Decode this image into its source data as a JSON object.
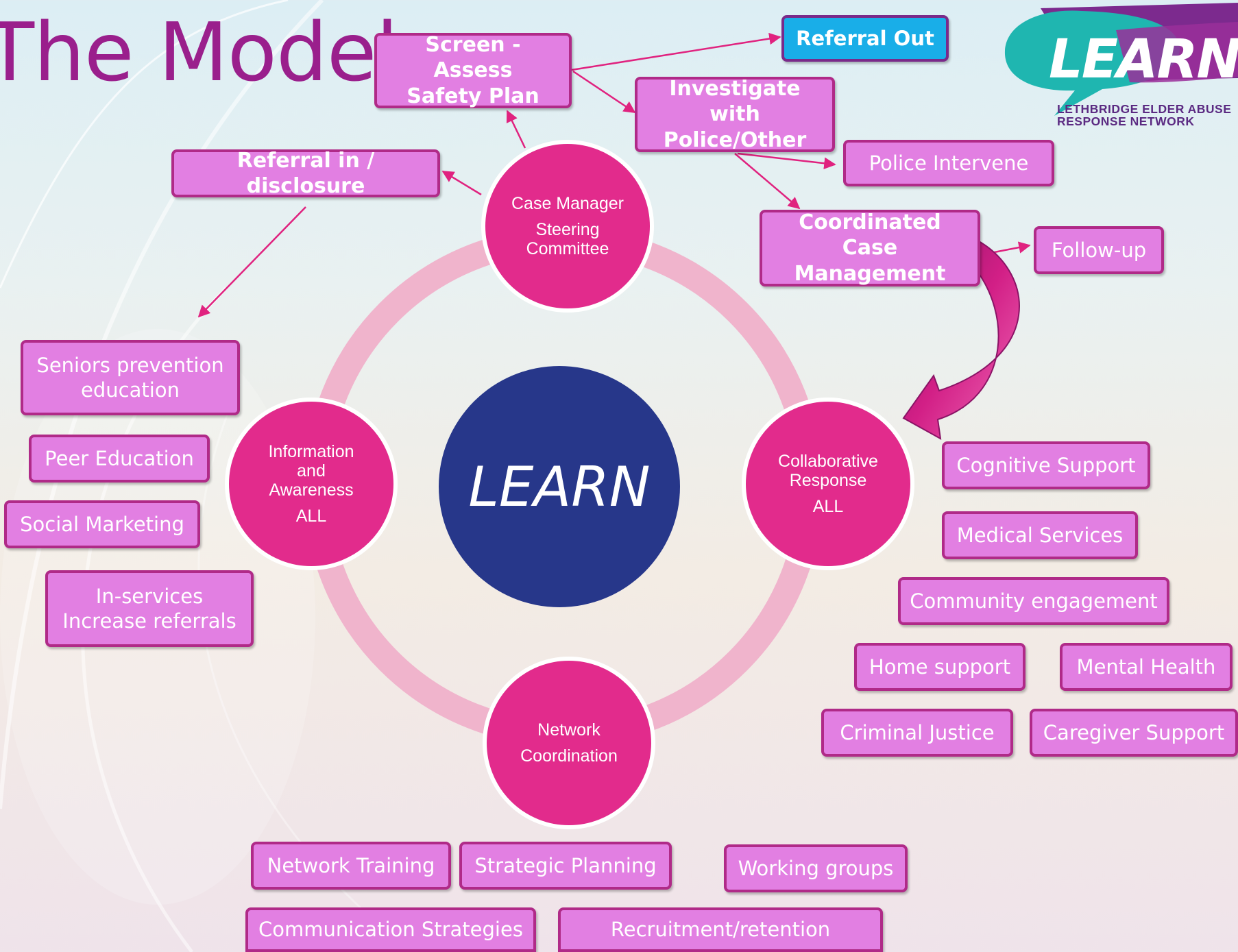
{
  "title": "The Model",
  "hub": {
    "label": "LEARN"
  },
  "logo": {
    "name": "LEARN",
    "subtitle_line1": "LETHBRIDGE ELDER ABUSE",
    "subtitle_line2": "RESPONSE NETWORK"
  },
  "nodes": {
    "case_manager": {
      "line1": "Case Manager",
      "line2": "Steering",
      "line3": "Committee"
    },
    "information": {
      "line1": "Information",
      "line2": "and",
      "line3": "Awareness",
      "line4": "ALL"
    },
    "collaborative": {
      "line1": "Collaborative",
      "line2": "Response",
      "line3": "ALL"
    },
    "network": {
      "line1": "Network",
      "line2": "Coordination"
    }
  },
  "boxes": {
    "screen_assess": "Screen - Assess\nSafety Plan",
    "referral_out": "Referral  Out",
    "investigate": "Investigate with\nPolice/Other",
    "police_intervene": "Police Intervene",
    "coordinated": "Coordinated\nCase Management",
    "follow_up": "Follow-up",
    "referral_in": "Referral in / disclosure",
    "seniors_prevention": "Seniors prevention\neducation",
    "peer_education": "Peer Education",
    "social_marketing": "Social Marketing",
    "in_services": "In-services\nIncrease referrals",
    "cognitive_support": "Cognitive Support",
    "medical_services": "Medical Services",
    "community_engagement": "Community engagement",
    "home_support": "Home support",
    "mental_health": "Mental Health",
    "criminal_justice": "Criminal Justice",
    "caregiver_support": "Caregiver Support",
    "network_training": "Network Training",
    "strategic_planning": "Strategic Planning",
    "working_groups": "Working groups",
    "communication_strategies": "Communication Strategies",
    "recruitment": "Recruitment/retention"
  },
  "colors": {
    "box_fill": "#e27fe2",
    "box_border": "#b02a88",
    "node_fill": "#e22b8c",
    "hub_fill": "#27378a",
    "ring": "#f0b4cc",
    "title": "#9a1f8c",
    "referral_out_fill": "#19aee8"
  }
}
